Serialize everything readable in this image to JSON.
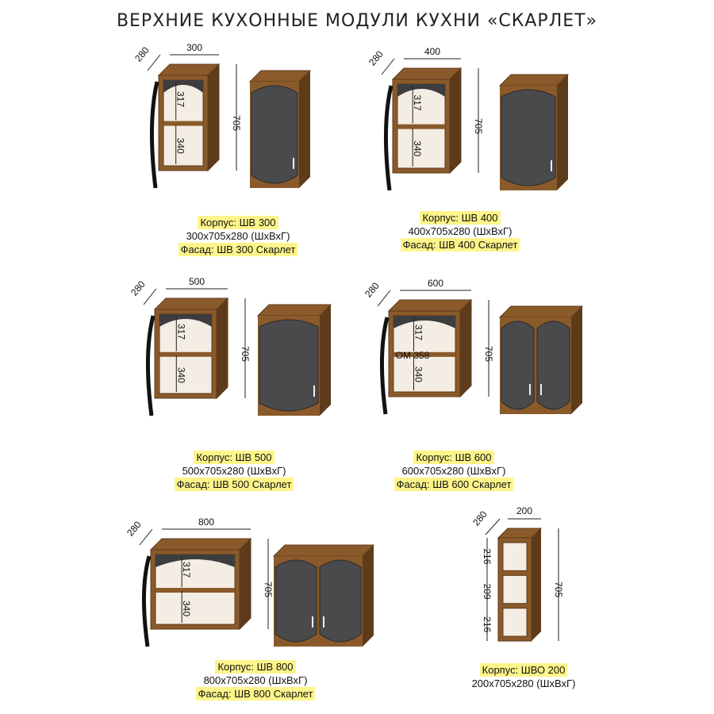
{
  "title": "ВЕРХНИЕ КУХОННЫЕ МОДУЛИ КУХНИ «СКАРЛЕТ»",
  "watermark": "ОМ 358",
  "colors": {
    "wood": "#8a5a2b",
    "woodDark": "#5e3b1b",
    "facade": "#4a4a4c",
    "highlight": "#fdf58a"
  },
  "modules": [
    {
      "id": "shv300",
      "depth": "280",
      "width": "300",
      "height": "705",
      "shelf_upper": "317",
      "shelf_lower": "340",
      "korpus": "Корпус: ШВ 300",
      "size": "300х705х280 (ШхВхГ)",
      "fasad": "Фасад: ШВ 300 Скарлет",
      "doors": 1
    },
    {
      "id": "shv400",
      "depth": "280",
      "width": "400",
      "height": "705",
      "shelf_upper": "317",
      "shelf_lower": "340",
      "korpus": "Корпус: ШВ 400",
      "size": "400х705х280 (ШхВхГ)",
      "fasad": "Фасад: ШВ 400 Скарлет",
      "doors": 1
    },
    {
      "id": "shv500",
      "depth": "280",
      "width": "500",
      "height": "705",
      "shelf_upper": "317",
      "shelf_lower": "340",
      "korpus": "Корпус: ШВ 500",
      "size": "500х705х280 (ШхВхГ)",
      "fasad": "Фасад: ШВ 500 Скарлет",
      "doors": 1
    },
    {
      "id": "shv600",
      "depth": "280",
      "width": "600",
      "height": "705",
      "shelf_upper": "317",
      "shelf_lower": "340",
      "korpus": "Корпус: ШВ 600",
      "size": "600х705х280 (ШхВхГ)",
      "fasad": "Фасад: ШВ 600 Скарлет",
      "doors": 2
    },
    {
      "id": "shv800",
      "depth": "280",
      "width": "800",
      "height": "705",
      "shelf_upper": "317",
      "shelf_lower": "340",
      "korpus": "Корпус: ШВ 800",
      "size": "800х705х280 (ШхВхГ)",
      "fasad": "Фасад: ШВ 800 Скарлет",
      "doors": 2
    }
  ],
  "open_module": {
    "id": "shvo200",
    "depth": "280",
    "width": "200",
    "height": "705",
    "section_top": "216",
    "section_mid": "209",
    "section_bottom": "216",
    "korpus": "Корпус: ШВО 200",
    "size": "200х705х280 (ШхВхГ)"
  }
}
